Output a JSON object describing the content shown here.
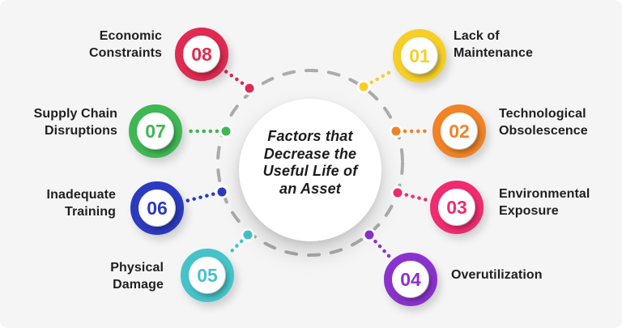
{
  "background_color": "#F5F5F6",
  "dashed_ring_color": "#ABABAB",
  "center": {
    "title": "Factors that Decrease the Useful Life of an Asset",
    "title_lines": [
      "Factors that",
      "Decrease the",
      "Useful Life of",
      "an Asset"
    ],
    "text_color": "#1C1C1C"
  },
  "items": [
    {
      "id": "01",
      "label": "Lack of\nMaintenance",
      "color": "#F5CF27"
    },
    {
      "id": "02",
      "label": "Technological\nObsolescence",
      "color": "#F08326"
    },
    {
      "id": "03",
      "label": "Environmental\nExposure",
      "color": "#F02B70"
    },
    {
      "id": "04",
      "label": "Overutilization",
      "color": "#8A33CC"
    },
    {
      "id": "05",
      "label": "Physical\nDamage",
      "color": "#45C3C8"
    },
    {
      "id": "06",
      "label": "Inadequate\nTraining",
      "color": "#2C3AC0"
    },
    {
      "id": "07",
      "label": "Supply Chain\nDisruptions",
      "color": "#3EB754"
    },
    {
      "id": "08",
      "label": "Economic\nConstraints",
      "color": "#E02A50"
    }
  ]
}
